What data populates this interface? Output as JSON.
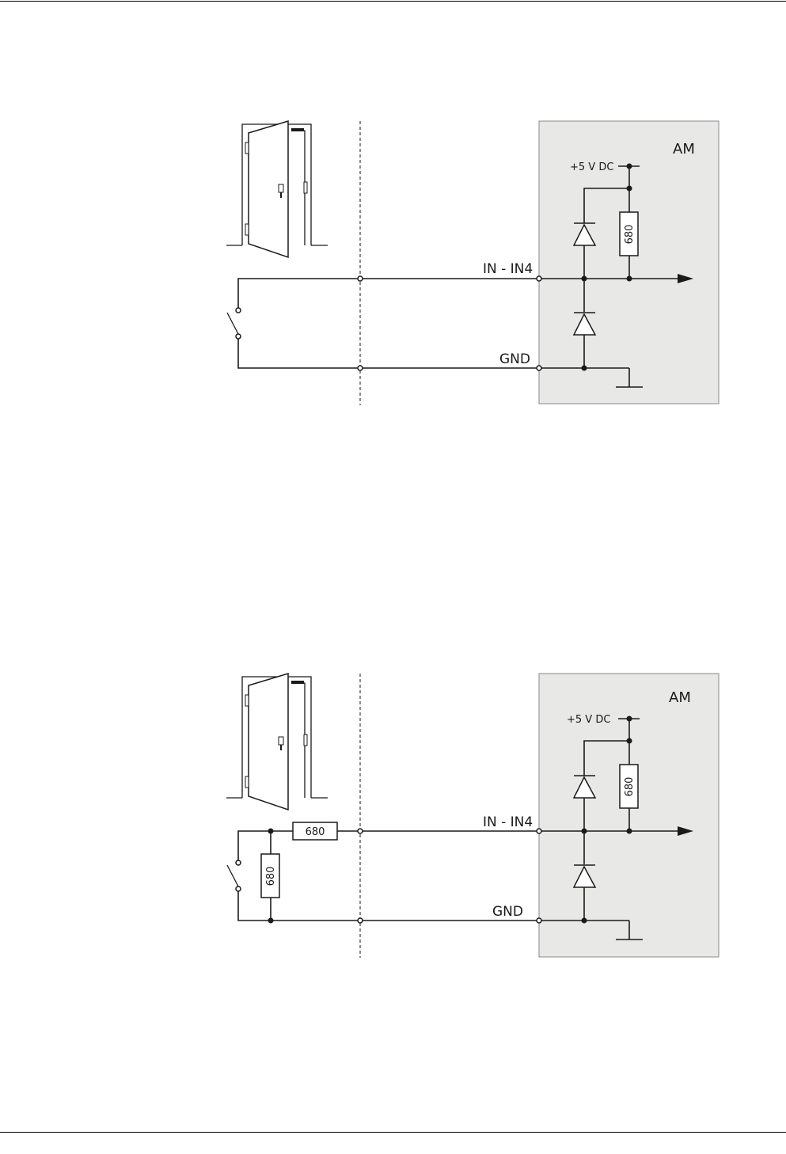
{
  "diagrams": [
    {
      "module_label": "AM",
      "supply_label": "+5 V DC",
      "input_label": "IN - IN4",
      "ground_label": "GND",
      "internal_resistor": "680"
    },
    {
      "module_label": "AM",
      "supply_label": "+5 V DC",
      "input_label": "IN - IN4",
      "ground_label": "GND",
      "internal_resistor": "680",
      "series_resistor": "680",
      "parallel_resistor": "680"
    }
  ]
}
